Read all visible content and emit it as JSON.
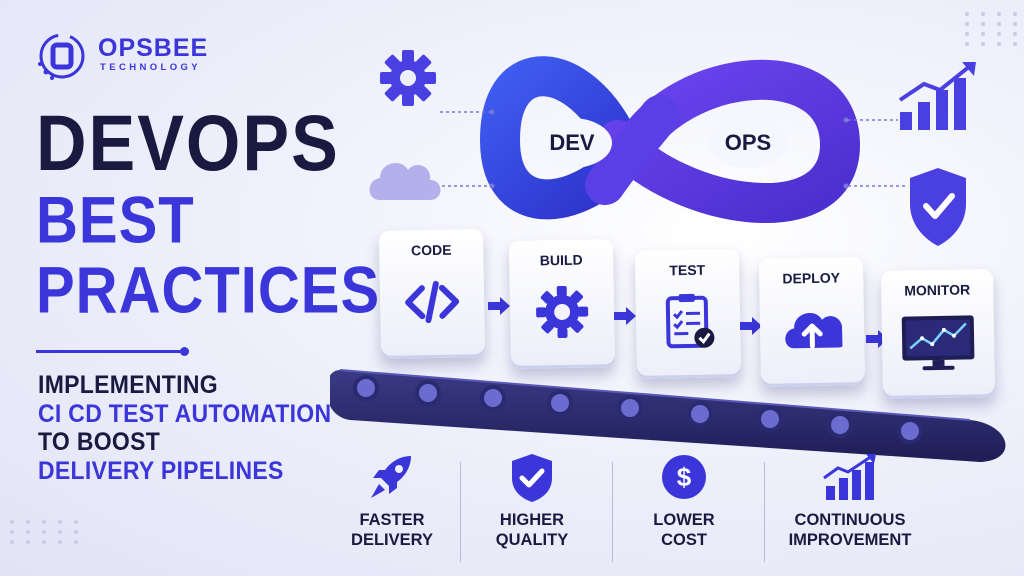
{
  "brand": {
    "name": "OPSBEE",
    "tagline": "TECHNOLOGY"
  },
  "headline": {
    "line1": "DEVOPS",
    "line2": "BEST",
    "line3": "PRACTICES"
  },
  "subtitle": {
    "line1": "IMPLEMENTING",
    "line2": "CI CD TEST AUTOMATION",
    "line3": "TO BOOST",
    "line4": "DELIVERY PIPELINES"
  },
  "infinity": {
    "left_label": "DEV",
    "right_label": "OPS"
  },
  "pipeline": [
    {
      "label": "CODE",
      "icon": "code-icon"
    },
    {
      "label": "BUILD",
      "icon": "gear-icon"
    },
    {
      "label": "TEST",
      "icon": "clipboard-check-icon"
    },
    {
      "label": "DEPLOY",
      "icon": "cloud-upload-icon"
    },
    {
      "label": "MONITOR",
      "icon": "monitor-chart-icon"
    }
  ],
  "benefits": [
    {
      "line1": "FASTER",
      "line2": "DELIVERY",
      "icon": "rocket-icon"
    },
    {
      "line1": "HIGHER",
      "line2": "QUALITY",
      "icon": "shield-check-icon"
    },
    {
      "line1": "LOWER",
      "line2": "COST",
      "icon": "dollar-coin-icon"
    },
    {
      "line1": "CONTINUOUS",
      "line2": "IMPROVEMENT",
      "icon": "growth-chart-icon"
    }
  ],
  "colors": {
    "primary": "#3a36d9",
    "accent": "#6a3cf0",
    "dark": "#1a1a40",
    "background": "#eef0fb"
  }
}
